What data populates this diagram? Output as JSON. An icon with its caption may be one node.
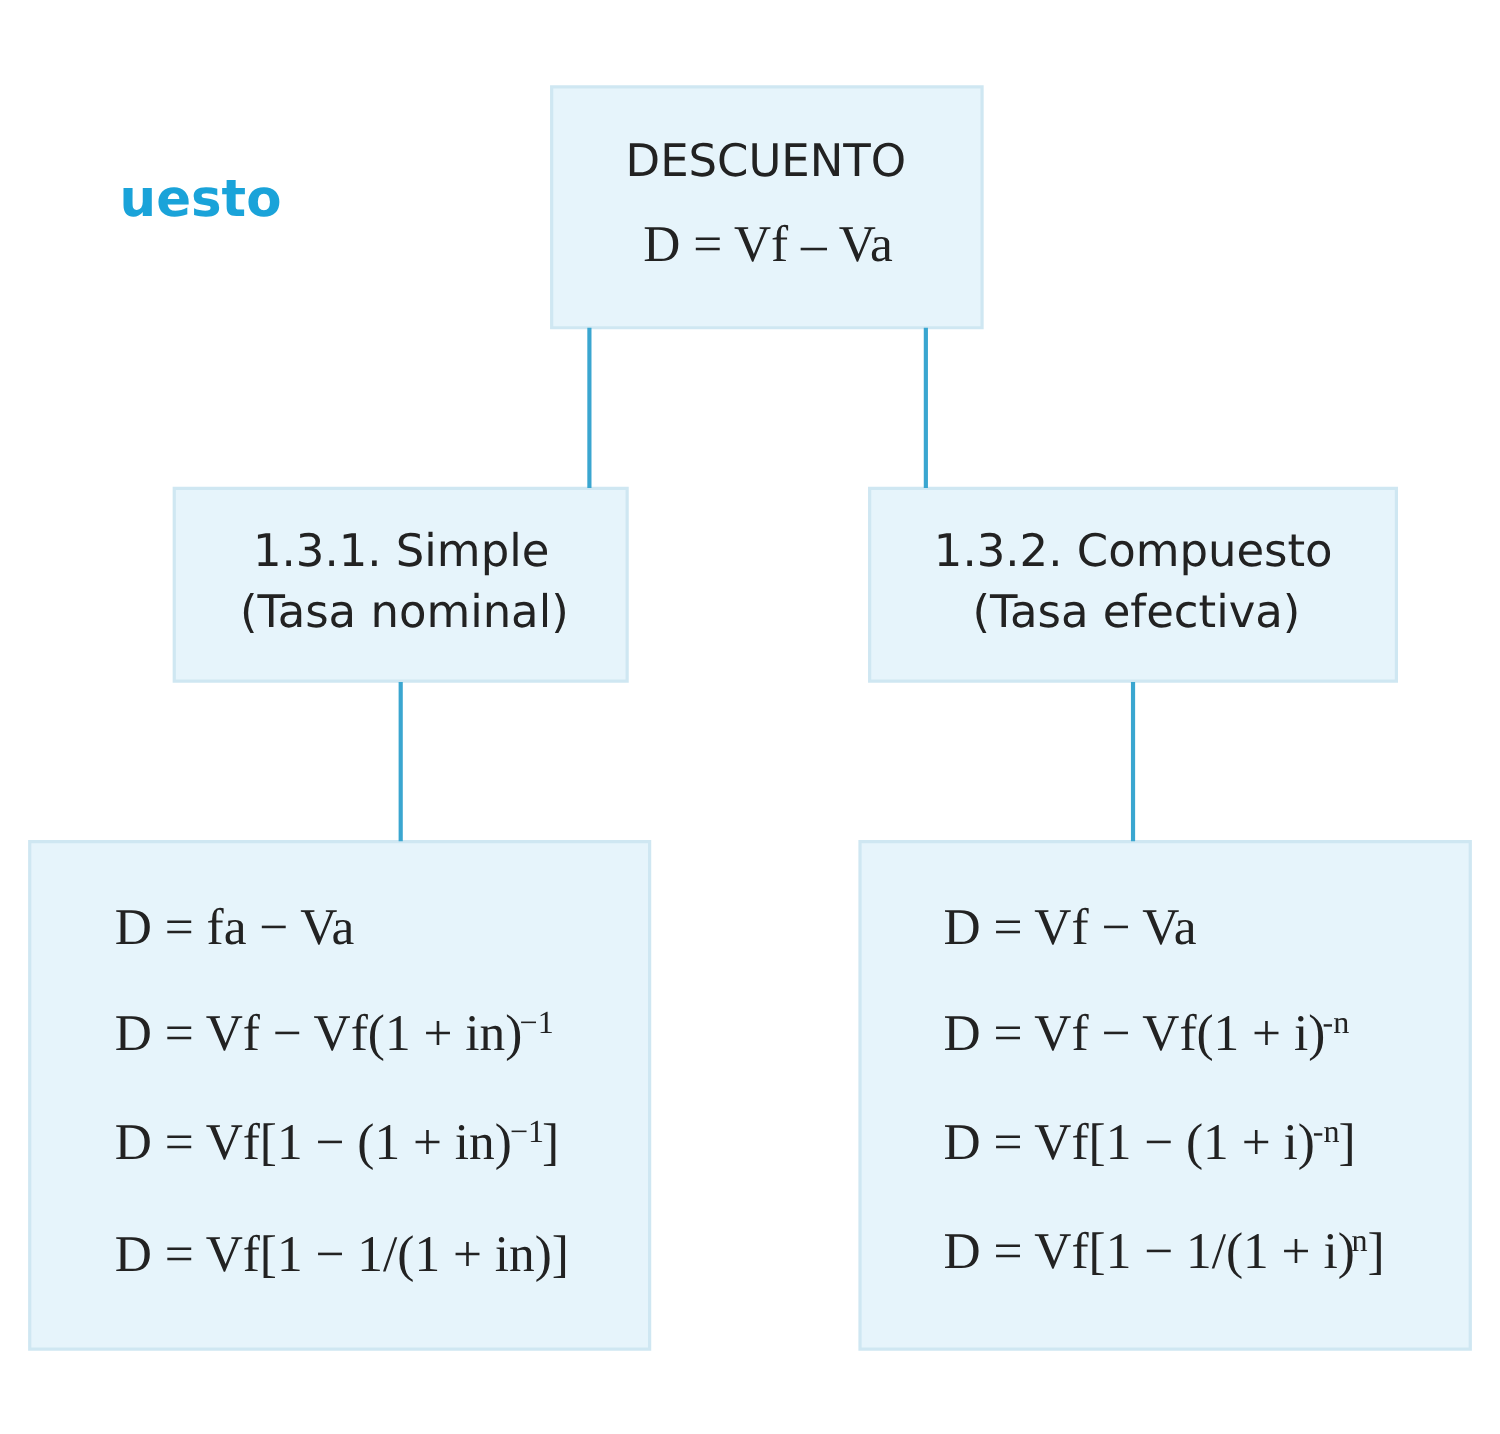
{
  "diagram": {
    "nodes": [
      {
        "text": [
          "DESCUENTO",
          "D = Vf – Va"
        ]
      },
      {
        "text": [
          "1.3.1. Simple",
          "(Tasa nominal)"
        ]
      },
      {
        "text": [
          "1.3.2. Compuesto",
          "(Tasa efectiva)"
        ]
      },
      {
        "text": [
          "D = fa − Va",
          "D = Vf − Vf(1 + in)$^{−1}$",
          "D = Vf[1 − (1 + in)$^{−1}$]",
          "D = Vf[1 − 1/(1 + in)]"
        ]
      },
      {
        "text": [
          "D = Vf − Va",
          "D = Vf − Vf(1 + i)$^{-n}$",
          "D = Vf[1 − (1 + i)$^{-n}$]",
          "D = Vf[1 − 1/(1 + i)$^{n}$]"
        ]
      }
    ],
    "edges": [
      {
        "from": 0,
        "to": 1,
        "arrow": "none"
      },
      {
        "from": 0,
        "to": 2,
        "arrow": "none"
      },
      {
        "from": 1,
        "to": 3,
        "arrow": "none"
      },
      {
        "from": 2,
        "to": 4,
        "arrow": "none"
      }
    ],
    "labels": [
      "uesto"
    ]
  }
}
